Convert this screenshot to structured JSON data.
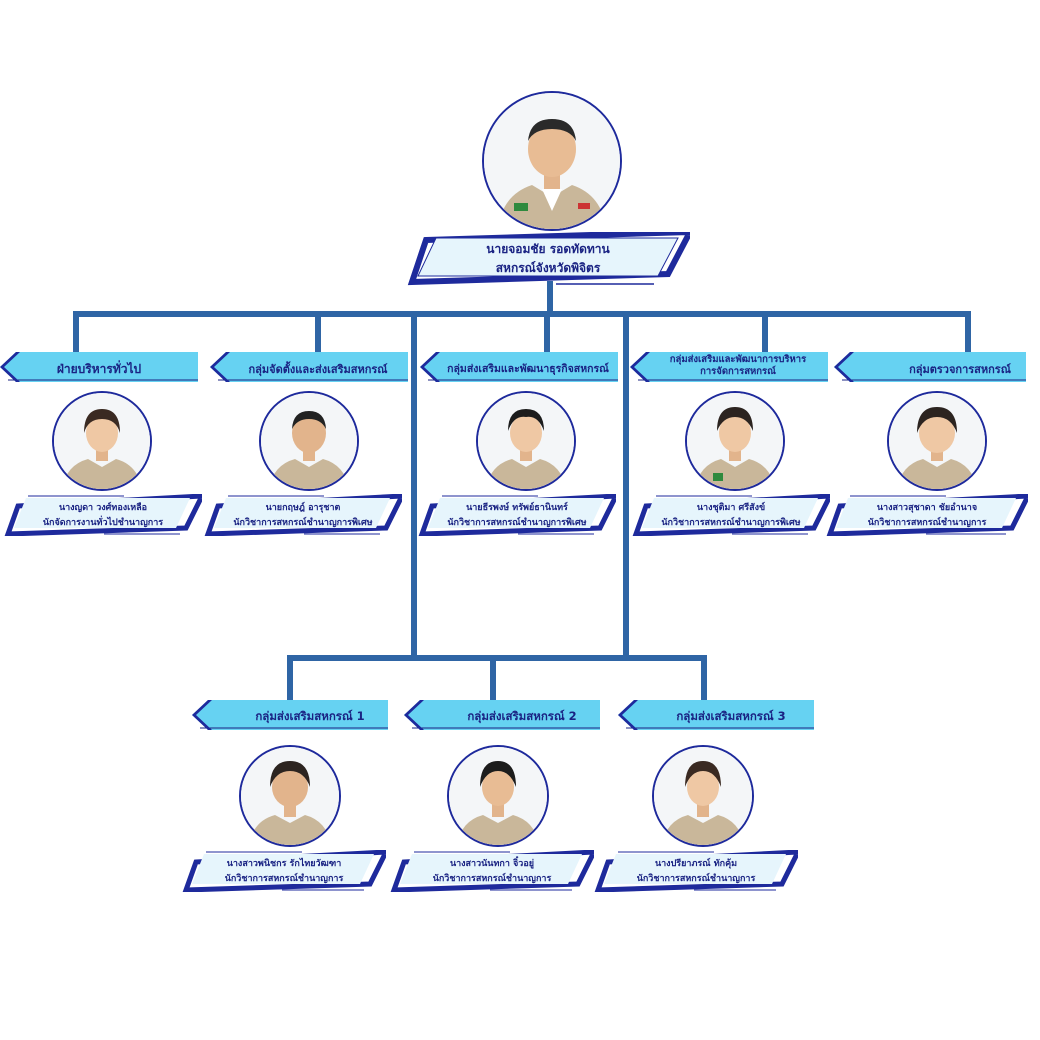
{
  "colors": {
    "connector": "#2f65a5",
    "dept_fill": "#66d2f2",
    "plate_fill": "#e6f5fc",
    "plate_border": "#1e2a9c",
    "text": "#1a2383"
  },
  "top": {
    "name": "นายจอมชัย รอดทัดทาน",
    "title": "สหกรณ์จังหวัดพิจิตร"
  },
  "groups": [
    {
      "department": "ฝ่ายบริหารทั่วไป",
      "name": "นางญดา วงศ์ทองเหลือ",
      "title": "นักจัดการงานทั่วไปชำนาญการ"
    },
    {
      "department": "กลุ่มจัดตั้งและส่งเสริมสหกรณ์",
      "name": "นายกฤษฎ์ อารุชาต",
      "title": "นักวิชาการสหกรณ์ชำนาญการพิเศษ"
    },
    {
      "department": "กลุ่มส่งเสริมและพัฒนาธุรกิจสหกรณ์",
      "name": "นายธีรพงษ์ ทรัพย์ธานินทร์",
      "title": "นักวิชาการสหกรณ์ชำนาญการพิเศษ"
    },
    {
      "department": "กลุ่มส่งเสริมและพัฒนาการบริหาร\nการจัดการสหกรณ์",
      "name": "นางชุติมา ศรีสังข์",
      "title": "นักวิชาการสหกรณ์ชำนาญการพิเศษ"
    },
    {
      "department": "กลุ่มตรวจการสหกรณ์",
      "name": "นางสาวสุชาดา ชัยอำนาจ",
      "title": "นักวิชาการสหกรณ์ชำนาญการ"
    }
  ],
  "promotion_groups": [
    {
      "department": "กลุ่มส่งเสริมสหกรณ์ 1",
      "name": "นางสาวพนิชกร รักไทยวัฒฑา",
      "title": "นักวิชาการสหกรณ์ชำนาญการ"
    },
    {
      "department": "กลุ่มส่งเสริมสหกรณ์ 2",
      "name": "นางสาวนันทกา จิ๋วอยู่",
      "title": "นักวิชาการสหกรณ์ชำนาญการ"
    },
    {
      "department": "กลุ่มส่งเสริมสหกรณ์ 3",
      "name": "นางปรียาภรณ์ ทักคุ้ม",
      "title": "นักวิชาการสหกรณ์ชำนาญการ"
    }
  ]
}
